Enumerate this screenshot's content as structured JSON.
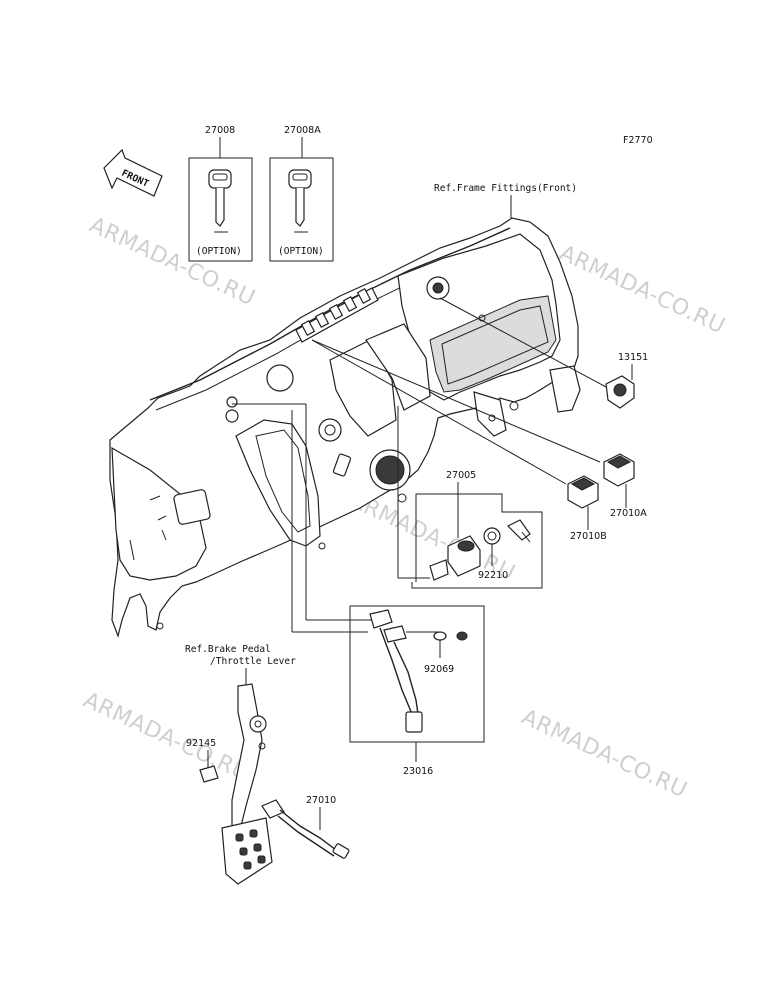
{
  "figure_code": "F2770",
  "front_arrow_label": "FRONT",
  "watermarks": [
    "ARMADA-CO.RU",
    "ARMADA-CO.RU",
    "ARMADA-CO.RU",
    "ARMADA-CO.RU",
    "ARMADA-CO.RU"
  ],
  "references": {
    "frame_fittings": "Ref.Frame Fittings(Front)",
    "brake_pedal_line1": "Ref.Brake Pedal",
    "brake_pedal_line2": "/Throttle Lever"
  },
  "key_boxes": [
    {
      "part_no": "27008",
      "note": "(OPTION)"
    },
    {
      "part_no": "27008A",
      "note": "(OPTION)"
    }
  ],
  "parts": {
    "p13151": "13151",
    "p27010A": "27010A",
    "p27010B": "27010B",
    "p27005": "27005",
    "p92210": "92210",
    "p92069": "92069",
    "p23016": "23016",
    "p92145": "92145",
    "p27010": "27010"
  }
}
